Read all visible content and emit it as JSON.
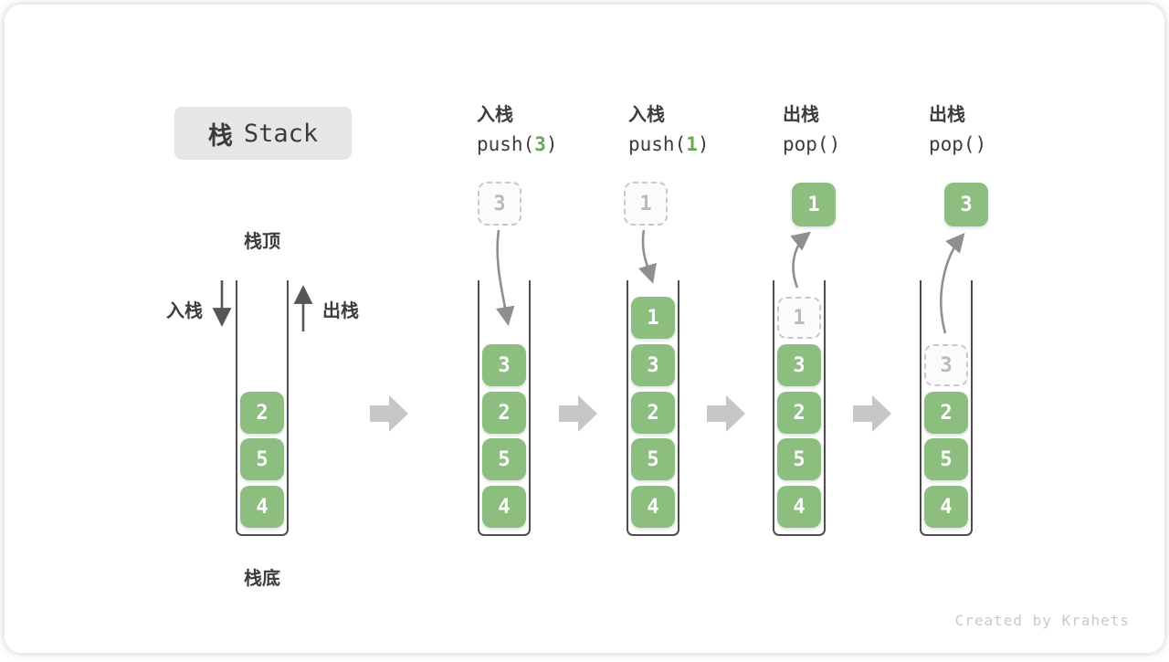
{
  "title": {
    "zh": "栈",
    "en": "Stack"
  },
  "annotations": {
    "stack_top": "栈顶",
    "stack_bottom": "栈底",
    "push_side": "入栈",
    "pop_side": "出栈"
  },
  "colors": {
    "element_green": "#8CBE80",
    "code_arg_green": "#69A65A",
    "container_stroke": "#4E4E4E",
    "curve_arrow_gray": "#8F8F8F",
    "block_arrow_gray": "#C6C6C6",
    "text_dark": "#3C3C3C",
    "ghost_gray": "#B9B9B9",
    "badge_bg": "#E6E6E6",
    "credit_gray": "#C9C9C9"
  },
  "steps": [
    {
      "name": "initial",
      "elements": [
        "2",
        "5",
        "4"
      ]
    },
    {
      "name": "push-3",
      "op_zh": "入栈",
      "op_code_pre": "push(",
      "op_code_arg": "3",
      "op_code_post": ")",
      "incoming": "3",
      "elements": [
        "3",
        "2",
        "5",
        "4"
      ]
    },
    {
      "name": "push-1",
      "op_zh": "入栈",
      "op_code_pre": "push(",
      "op_code_arg": "1",
      "op_code_post": ")",
      "incoming": "1",
      "elements": [
        "1",
        "3",
        "2",
        "5",
        "4"
      ]
    },
    {
      "name": "pop-1",
      "op_zh": "出栈",
      "op_code_pre": "pop()",
      "op_code_arg": "",
      "op_code_post": "",
      "outgoing": "1",
      "ghost": "1",
      "elements": [
        "3",
        "2",
        "5",
        "4"
      ]
    },
    {
      "name": "pop-3",
      "op_zh": "出栈",
      "op_code_pre": "pop()",
      "op_code_arg": "",
      "op_code_post": "",
      "outgoing": "3",
      "ghost": "3",
      "elements": [
        "2",
        "5",
        "4"
      ]
    }
  ],
  "footer": {
    "credit": "Created by Krahets"
  }
}
